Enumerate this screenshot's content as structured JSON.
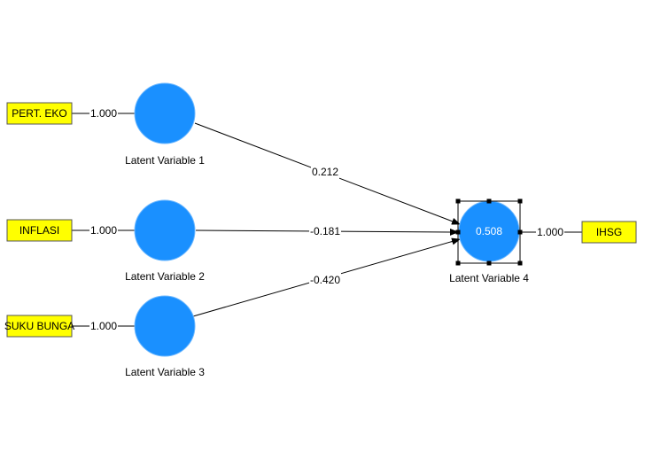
{
  "diagram": {
    "latent_variables": [
      {
        "id": "lv1",
        "caption": "Latent Variable 1",
        "inner": "",
        "color": "#1a90ff"
      },
      {
        "id": "lv2",
        "caption": "Latent Variable 2",
        "inner": "",
        "color": "#1a90ff"
      },
      {
        "id": "lv3",
        "caption": "Latent Variable 3",
        "inner": "",
        "color": "#1a90ff"
      },
      {
        "id": "lv4",
        "caption": "Latent Variable 4",
        "inner": "0.508",
        "color": "#1a90ff",
        "selected": true
      }
    ],
    "indicators": [
      {
        "id": "ind1",
        "label": "PERT. EKO",
        "loading": "1.000",
        "latent": "lv1"
      },
      {
        "id": "ind2",
        "label": "INFLASI",
        "loading": "1.000",
        "latent": "lv2"
      },
      {
        "id": "ind3",
        "label": "SUKU BUNGA",
        "loading": "1.000",
        "latent": "lv3"
      },
      {
        "id": "ind4",
        "label": "IHSG",
        "loading": "1.000",
        "latent": "lv4"
      }
    ],
    "paths": [
      {
        "from": "lv1",
        "to": "lv4",
        "coefficient": "0.212"
      },
      {
        "from": "lv2",
        "to": "lv4",
        "coefficient": "-0.181"
      },
      {
        "from": "lv3",
        "to": "lv4",
        "coefficient": "-0.420"
      }
    ],
    "indicator_color": "#ffff00"
  }
}
